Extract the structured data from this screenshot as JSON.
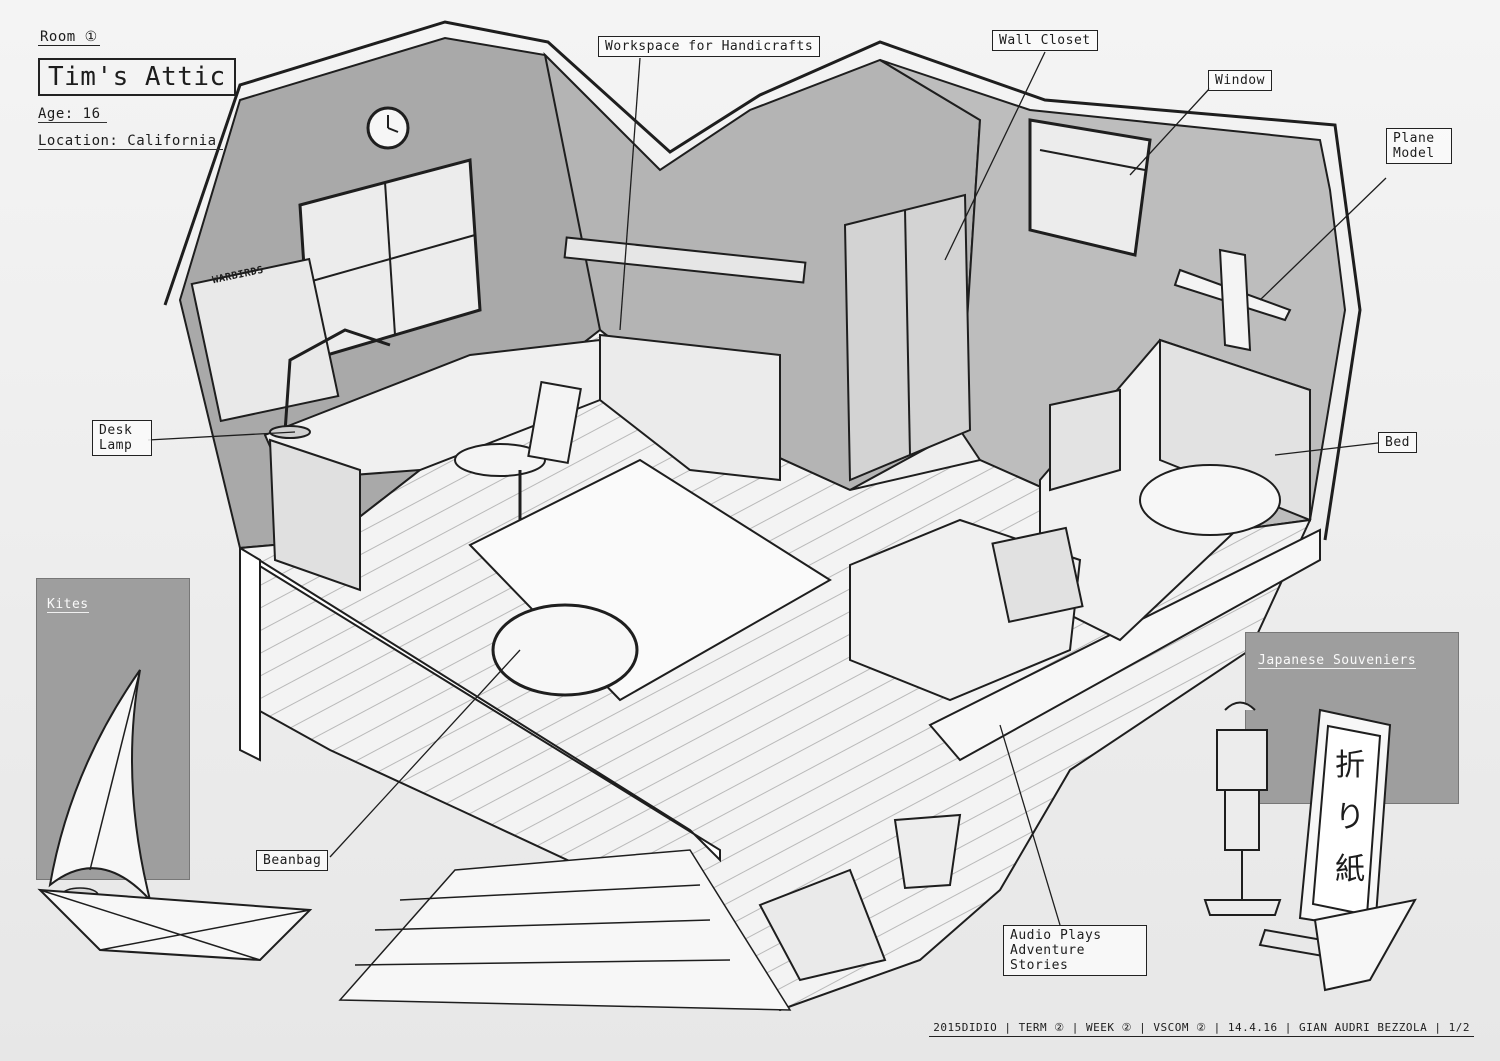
{
  "header": {
    "room_number": "Room ①",
    "room_name": "Tim's Attic",
    "age": "Age: 16",
    "location": "Location: California"
  },
  "labels": {
    "workspace": "Workspace for Handicrafts",
    "wall_closet": "Wall Closet",
    "window": "Window",
    "plane_model": "Plane Model",
    "desk_lamp": "Desk Lamp",
    "bed": "Bed",
    "beanbag": "Beanbag",
    "audio_plays": "Audio Plays Adventure Stories"
  },
  "insets": {
    "kites": "Kites",
    "japanese_souvenirs": "Japanese Souveniers"
  },
  "poster_text": "WARBIRDS",
  "scroll_text": "折り紙",
  "footer": "2015DIDIO | TERM ② | WEEK ② | VSCOM ② | 14.4.16 | GIAN AUDRI BEZZOLA | 1/2",
  "colors": {
    "wall": "#a9a9a9",
    "wall_light": "#bcbcbc",
    "floor": "#f2f2f2",
    "ink": "#1e1e1e",
    "inset": "#9e9e9e"
  }
}
